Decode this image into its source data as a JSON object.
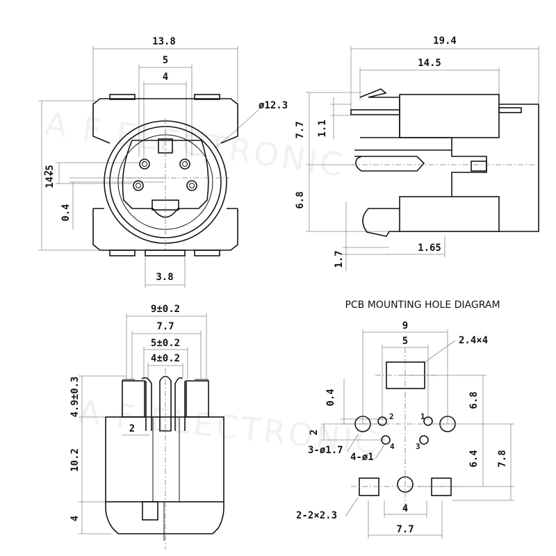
{
  "watermark": "A  F ELECTRONIC",
  "front_view": {
    "width": "13.8",
    "pin_span": "5",
    "inner_span": "4",
    "diameter": "ø12.3",
    "height": "14.5",
    "pin_offset": "2",
    "key_offset": "0.4",
    "bottom_width": "3.8"
  },
  "side_view": {
    "total_length": "19.4",
    "body_length": "14.5",
    "top_height": "7.7",
    "tab": "1.1",
    "lower_height": "6.8",
    "foot": "1.7",
    "pin_len": "1.65"
  },
  "bottom_view": {
    "outer": "9±0.2",
    "mid": "7.7",
    "pins5": "5±0.2",
    "pins4": "4±0.2",
    "top_h": "4.9±0.3",
    "small": "2",
    "body_h": "10.2",
    "base_h": "4"
  },
  "pcb": {
    "title": "PCB MOUNTING HOLE DIAGRAM",
    "w9": "9",
    "w5": "5",
    "slot": "2.4×4",
    "off04": "0.4",
    "h68": "6.8",
    "v2": "2",
    "holes3": "3-ø1.7",
    "holes4": "4-ø1",
    "h64": "6.4",
    "h78": "7.8",
    "pads": "2-2×2.3",
    "w4": "4",
    "w77": "7.7",
    "pin1": "1",
    "pin2": "2",
    "pin3": "3",
    "pin4": "4"
  }
}
